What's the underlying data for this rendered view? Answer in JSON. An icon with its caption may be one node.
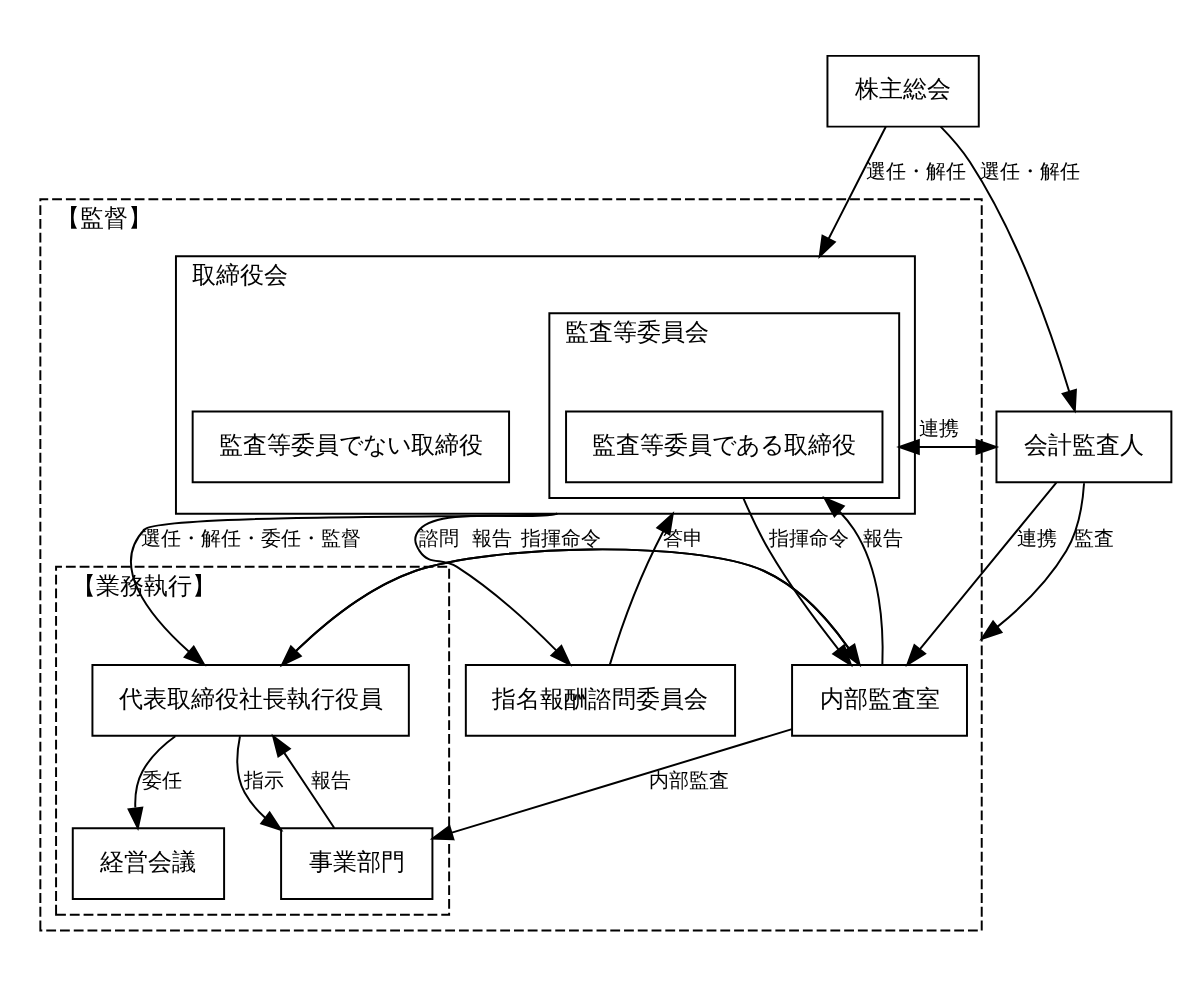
{
  "diagram": {
    "nodes": [
      {
        "text": [
          "株主総会"
        ]
      },
      {
        "text": [
          "【監督】"
        ]
      },
      {
        "text": [
          "取締役会"
        ],
        "in": 1
      },
      {
        "text": [
          "監査等委員でない取締役"
        ],
        "in": 2
      },
      {
        "text": [
          "監査等委員会"
        ],
        "in": 2
      },
      {
        "text": [
          "監査等委員である取締役"
        ],
        "in": 4
      },
      {
        "text": [
          "指名報酬諮問委員会"
        ],
        "in": 1
      },
      {
        "text": [
          "【業務執行】"
        ],
        "in": 1
      },
      {
        "text": [
          "代表取締役社長執行役員"
        ],
        "in": 7
      },
      {
        "text": [
          "経営会議"
        ],
        "in": 7
      },
      {
        "text": [
          "事業部門"
        ],
        "in": 7
      },
      {
        "text": [
          "内部監査室"
        ],
        "in": 1
      },
      {
        "text": [
          "会計監査人"
        ]
      }
    ],
    "edges": [
      {
        "from": 0,
        "to": 2,
        "arrow": "to",
        "label": "選任・解任"
      },
      {
        "from": 0,
        "to": 12,
        "arrow": "to",
        "label": "選任・解任"
      },
      {
        "from": 2,
        "to": 6,
        "arrow": "to",
        "label": "諮問"
      },
      {
        "from": 6,
        "to": 2,
        "arrow": "to",
        "label": "答申"
      },
      {
        "from": 4,
        "to": 12,
        "arrow": "both",
        "label": "連携"
      },
      {
        "from": 4,
        "to": 11,
        "arrow": "to",
        "label": "指揮命令"
      },
      {
        "from": 11,
        "to": 4,
        "arrow": "to",
        "label": "報告"
      },
      {
        "from": 2,
        "to": 8,
        "arrow": "to",
        "label": "選任・解任・委任・監督"
      },
      {
        "from": 8,
        "to": 11,
        "arrow": "to",
        "label": "指揮命令"
      },
      {
        "from": 11,
        "to": 8,
        "arrow": "to",
        "label": "報告"
      },
      {
        "from": 8,
        "to": 9,
        "arrow": "to",
        "label": "委任"
      },
      {
        "from": 10,
        "to": 8,
        "arrow": "to",
        "label": "報告"
      },
      {
        "from": 8,
        "to": 10,
        "arrow": "to",
        "label": "指示"
      },
      {
        "from": 11,
        "to": 10,
        "arrow": "to",
        "label": "内部監査"
      },
      {
        "from": 12,
        "to": 11,
        "arrow": "to",
        "label": "連携"
      },
      {
        "from": 12,
        "to": 1,
        "arrow": "to",
        "label": "監査"
      }
    ]
  }
}
